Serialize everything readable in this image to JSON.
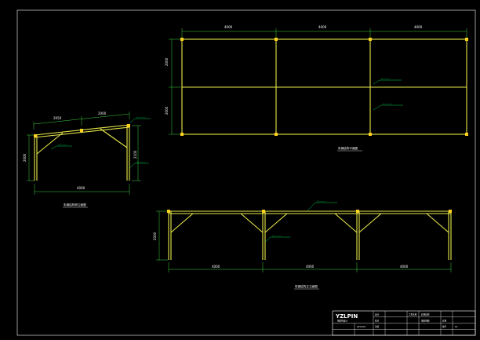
{
  "drawing": {
    "colors": {
      "background": "#000000",
      "frame": "#ffffff",
      "member": "#e8e84a",
      "dimension": "#3cd23c",
      "callout": "#00ff66",
      "node": "#ffd21e"
    }
  },
  "plan_view": {
    "dims_top": [
      "4000",
      "4000",
      "4000"
    ],
    "dims_left": [
      "2000",
      "2000"
    ],
    "callout_1": "○————",
    "callout_2": "○————",
    "title": "彩钢结构平面图"
  },
  "side_view": {
    "dims_top": [
      "2050",
      "2000"
    ],
    "dim_left": "2000",
    "dim_right": "2100",
    "dim_bottom": "4000",
    "callout_1": "○————",
    "callout_2": "○————",
    "callout_3": "○————",
    "title": "彩钢结构侧立面图"
  },
  "front_view": {
    "dims_bottom": [
      "4000",
      "4000",
      "4000"
    ],
    "dim_left": "2000",
    "callout_1": "○————",
    "callout_2": "○————",
    "title": "彩钢结构正立面图"
  },
  "title_block": {
    "logo": "YZLPIN",
    "logo_sub": "钢结构设计",
    "c_design": "设计",
    "c_check": "校对",
    "c_approve": "审核",
    "c_project": "工程名称",
    "c_scale": "比例",
    "c_sheet": "图号",
    "v_project": "彩钢结构",
    "v_name": "钢结构图",
    "v_date": "2015.09",
    "v_num": "01"
  }
}
